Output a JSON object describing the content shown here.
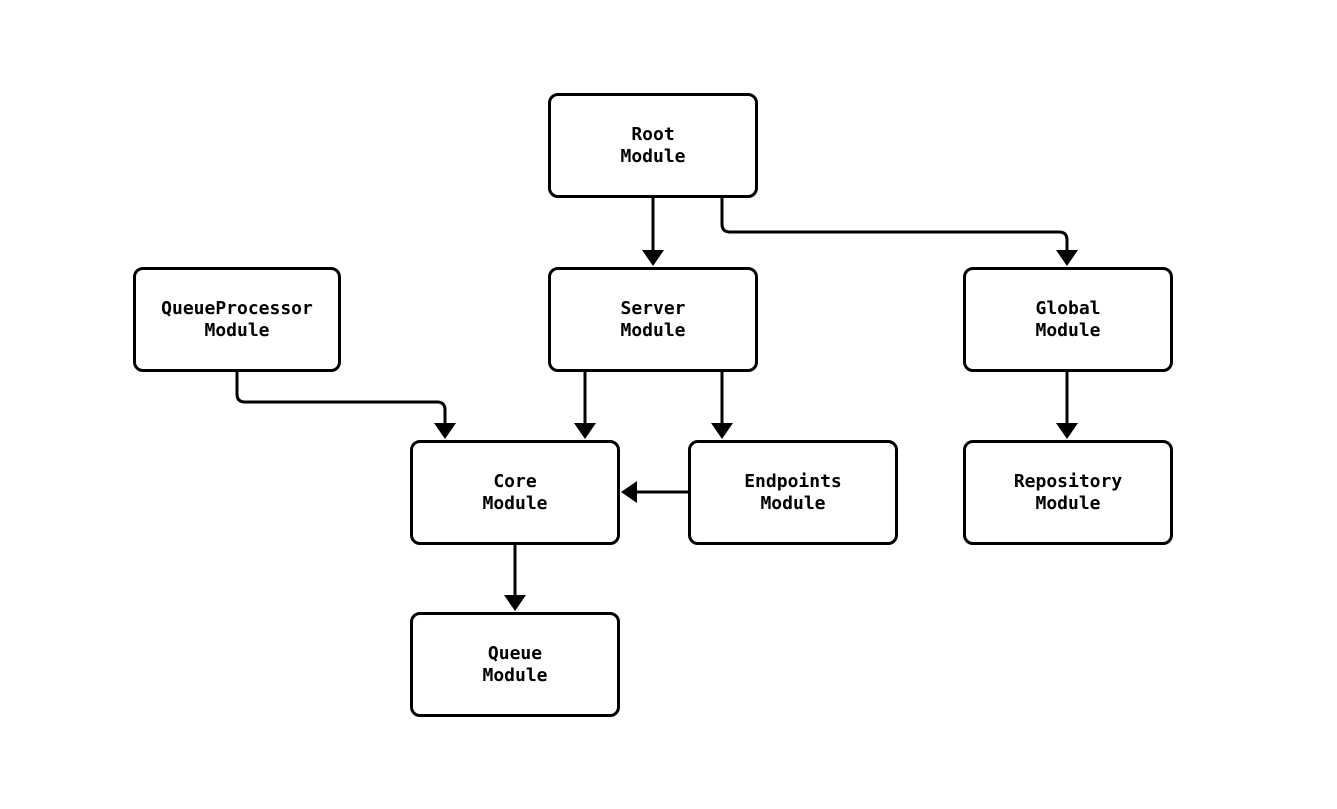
{
  "diagram": {
    "background_color": "#ffffff",
    "stroke_color": "#000000",
    "node_fill_color": "#ffffff",
    "nodes": {
      "root": {
        "label": "Root\nModule"
      },
      "queueprocessor": {
        "label": "QueueProcessor\nModule"
      },
      "server": {
        "label": "Server\nModule"
      },
      "global": {
        "label": "Global\nModule"
      },
      "core": {
        "label": "Core\nModule"
      },
      "endpoints": {
        "label": "Endpoints\nModule"
      },
      "repository": {
        "label": "Repository\nModule"
      },
      "queue": {
        "label": "Queue\nModule"
      }
    },
    "edges": [
      {
        "from": "Root Module",
        "to": "Server Module"
      },
      {
        "from": "Root Module",
        "to": "Global Module"
      },
      {
        "from": "QueueProcessor Module",
        "to": "Core Module"
      },
      {
        "from": "Server Module",
        "to": "Core Module"
      },
      {
        "from": "Server Module",
        "to": "Endpoints Module"
      },
      {
        "from": "Global Module",
        "to": "Repository Module"
      },
      {
        "from": "Endpoints Module",
        "to": "Core Module"
      },
      {
        "from": "Core Module",
        "to": "Queue Module"
      }
    ]
  }
}
